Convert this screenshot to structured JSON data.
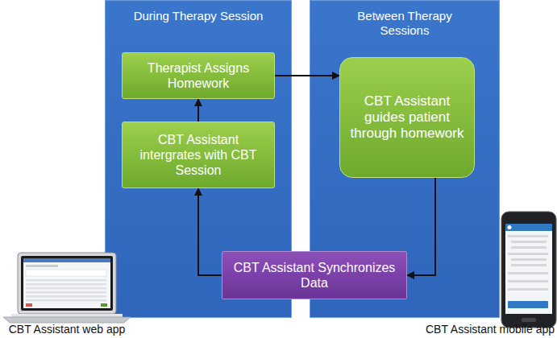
{
  "diagram": {
    "nodes": [
      {
        "text": [
          "During Therapy Session"
        ]
      },
      {
        "text": [
          "Therapist Assigns Homework"
        ],
        "in": 0
      },
      {
        "text": [
          "CBT Assistant intergrates with CBT Session"
        ],
        "in": 0
      },
      {
        "text": [
          "Between Therapy Sessions"
        ]
      },
      {
        "text": [
          "CBT Assistant guides patient through homework"
        ],
        "in": 3
      },
      {
        "text": [
          "CBT Assistant Synchronizes Data"
        ]
      }
    ],
    "edges": [
      {
        "from": 2,
        "to": 1,
        "arrow": "to"
      },
      {
        "from": 1,
        "to": 4,
        "arrow": "to"
      },
      {
        "from": 4,
        "to": 5,
        "arrow": "to"
      },
      {
        "from": 5,
        "to": 2,
        "arrow": "to"
      }
    ],
    "labels": [
      "CBT Assistant web app",
      "CBT Assistant mobile app"
    ]
  }
}
